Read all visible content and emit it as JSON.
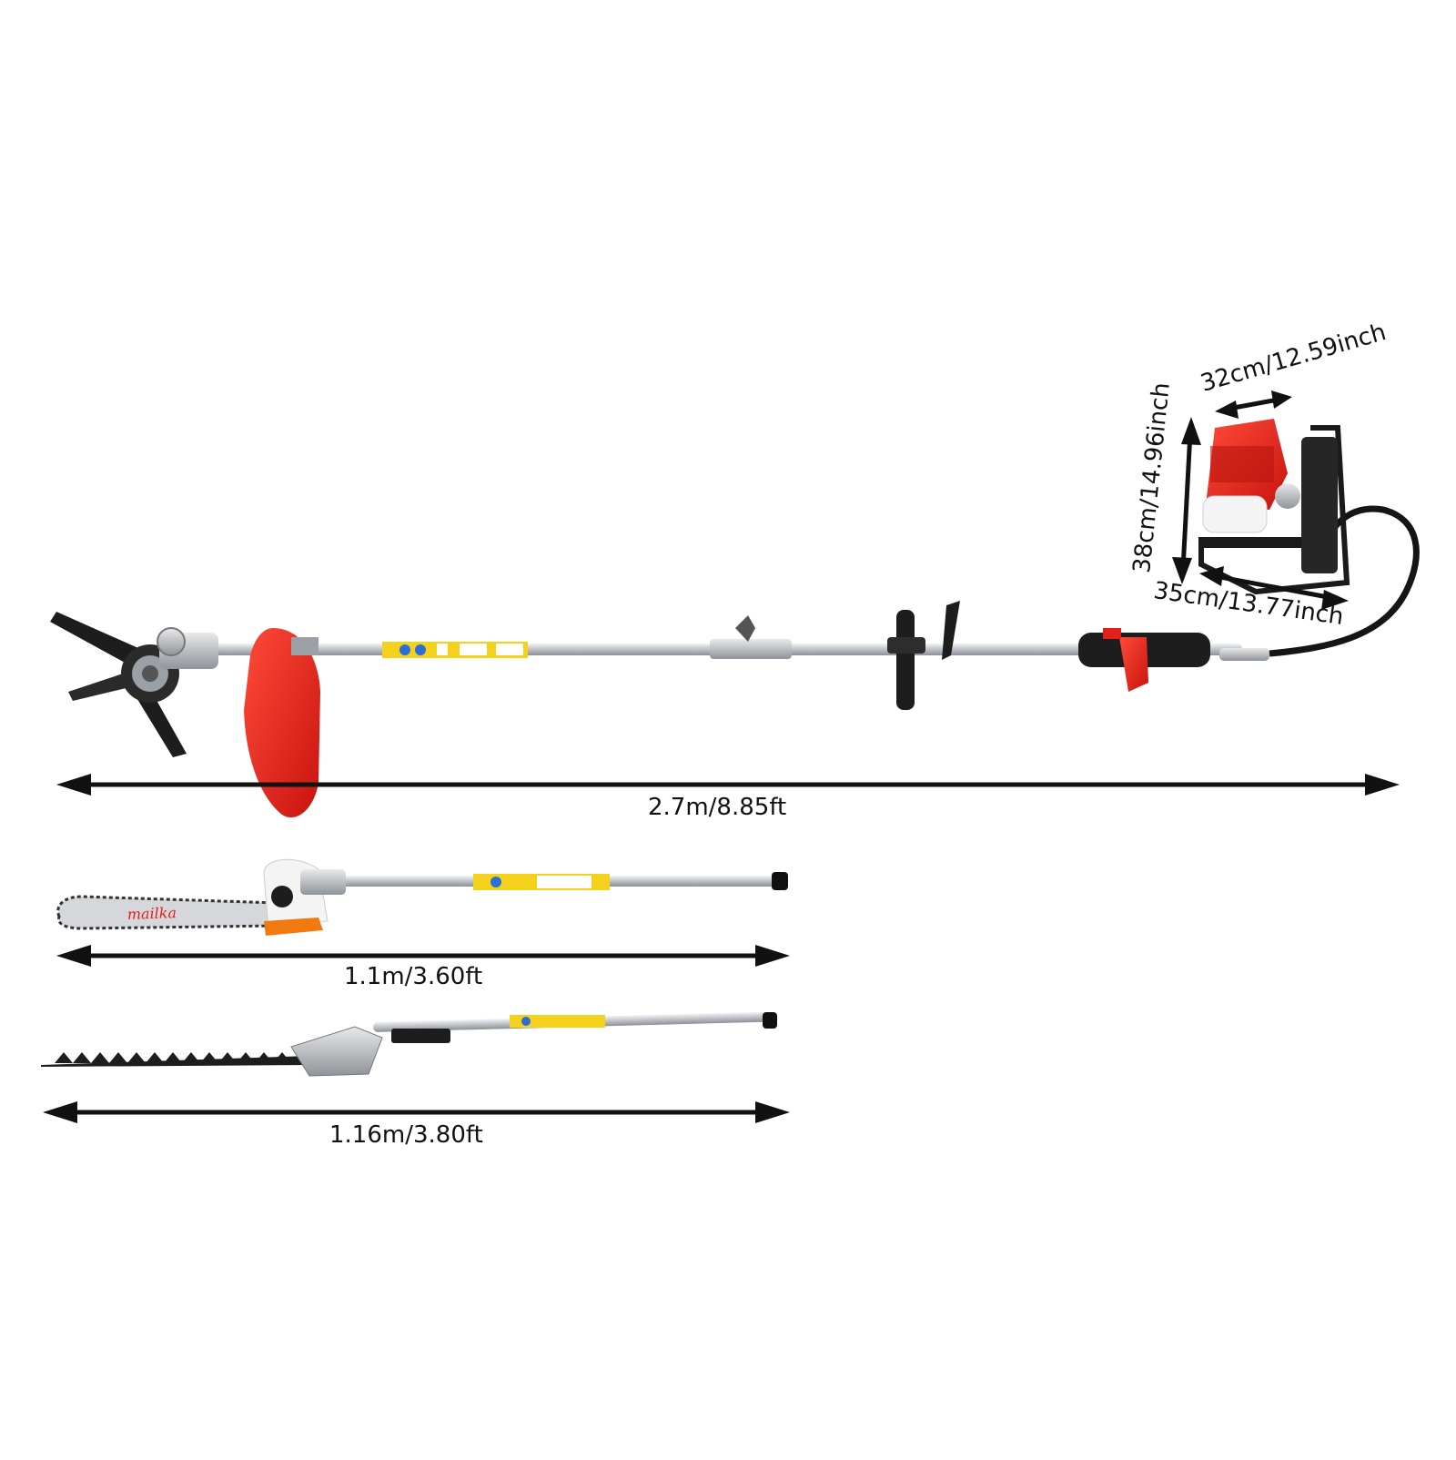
{
  "product": {
    "main_unit": {
      "length_label": "2.7m/8.85ft"
    },
    "chainsaw_attachment": {
      "length_label": "1.1m/3.60ft",
      "bar_brand": "mailka"
    },
    "hedge_trimmer_attachment": {
      "length_label": "1.16m/3.80ft"
    },
    "engine": {
      "width_label": "32cm/12.59inch",
      "height_label": "38cm/14.96inch",
      "depth_label": "35cm/13.77inch"
    }
  },
  "colors": {
    "accent_red": "#e0201a",
    "shaft_silver": "#c9ccd0",
    "label_yellow": "#f4d21c",
    "dark": "#1a1a1a",
    "orange": "#f07a10"
  },
  "icons": {
    "dimension_arrow": "double-headed-arrow"
  }
}
